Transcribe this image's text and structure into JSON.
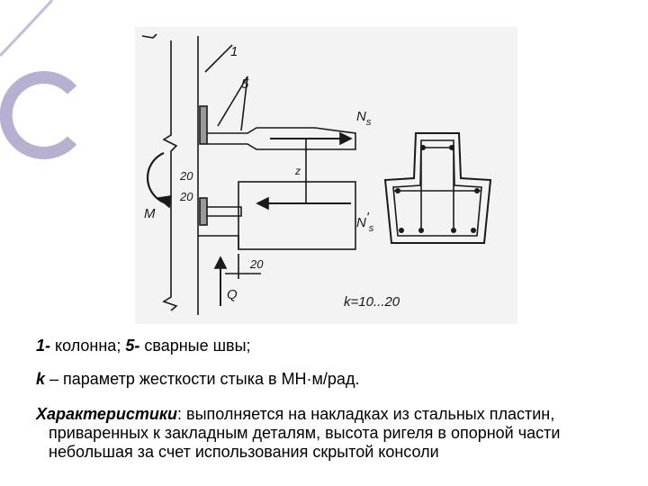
{
  "drawing": {
    "labels": {
      "column": "1",
      "welds": "5",
      "ns": "N",
      "ns_sub": "s",
      "ns_prime": "N",
      "ns_prime_sub": "s",
      "ns_prime_mark": "'",
      "moment": "M",
      "shear": "Q",
      "z": "z",
      "dim_20_a": "20",
      "dim_20_b": "20",
      "dim_20_c": "20",
      "k_range": "k=10...20"
    }
  },
  "caption": {
    "line1": {
      "n1": "1-",
      "t1": " колонна; ",
      "n2": "5-",
      "t2": " сварные швы;"
    },
    "line2": {
      "k": "k",
      "text": " – параметр жесткости стыка в МН·м/рад."
    },
    "line3": {
      "label": "Характеристики",
      "text1": ": выполняется на накладках из стальных пластин,",
      "text2": "приваренных к закладным деталям, высота ригеля в опорной части",
      "text3": "небольшая за счет использования скрытой консоли"
    }
  },
  "colors": {
    "deco": "#b8b0d0",
    "ink": "#1a1a1a",
    "drawing_bg": "#f3f3f3"
  }
}
